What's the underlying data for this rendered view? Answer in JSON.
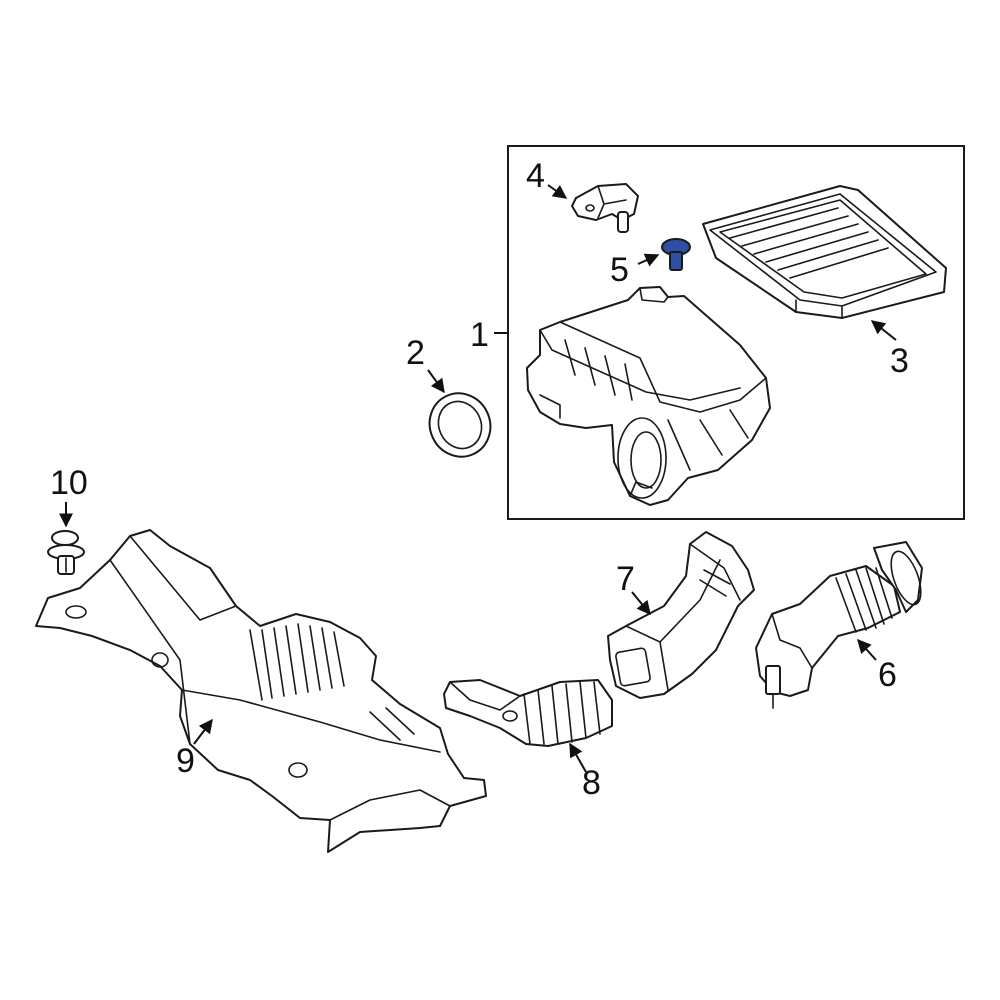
{
  "callouts": [
    {
      "id": "1",
      "label": "1"
    },
    {
      "id": "2",
      "label": "2"
    },
    {
      "id": "3",
      "label": "3"
    },
    {
      "id": "4",
      "label": "4"
    },
    {
      "id": "5",
      "label": "5"
    },
    {
      "id": "6",
      "label": "6"
    },
    {
      "id": "7",
      "label": "7"
    },
    {
      "id": "8",
      "label": "8"
    },
    {
      "id": "9",
      "label": "9"
    },
    {
      "id": "10",
      "label": "10"
    }
  ],
  "colors": {
    "line": "#1a1a1a",
    "background": "#ffffff",
    "highlight_part": "#2f4fa3"
  },
  "highlighted_part": "5"
}
